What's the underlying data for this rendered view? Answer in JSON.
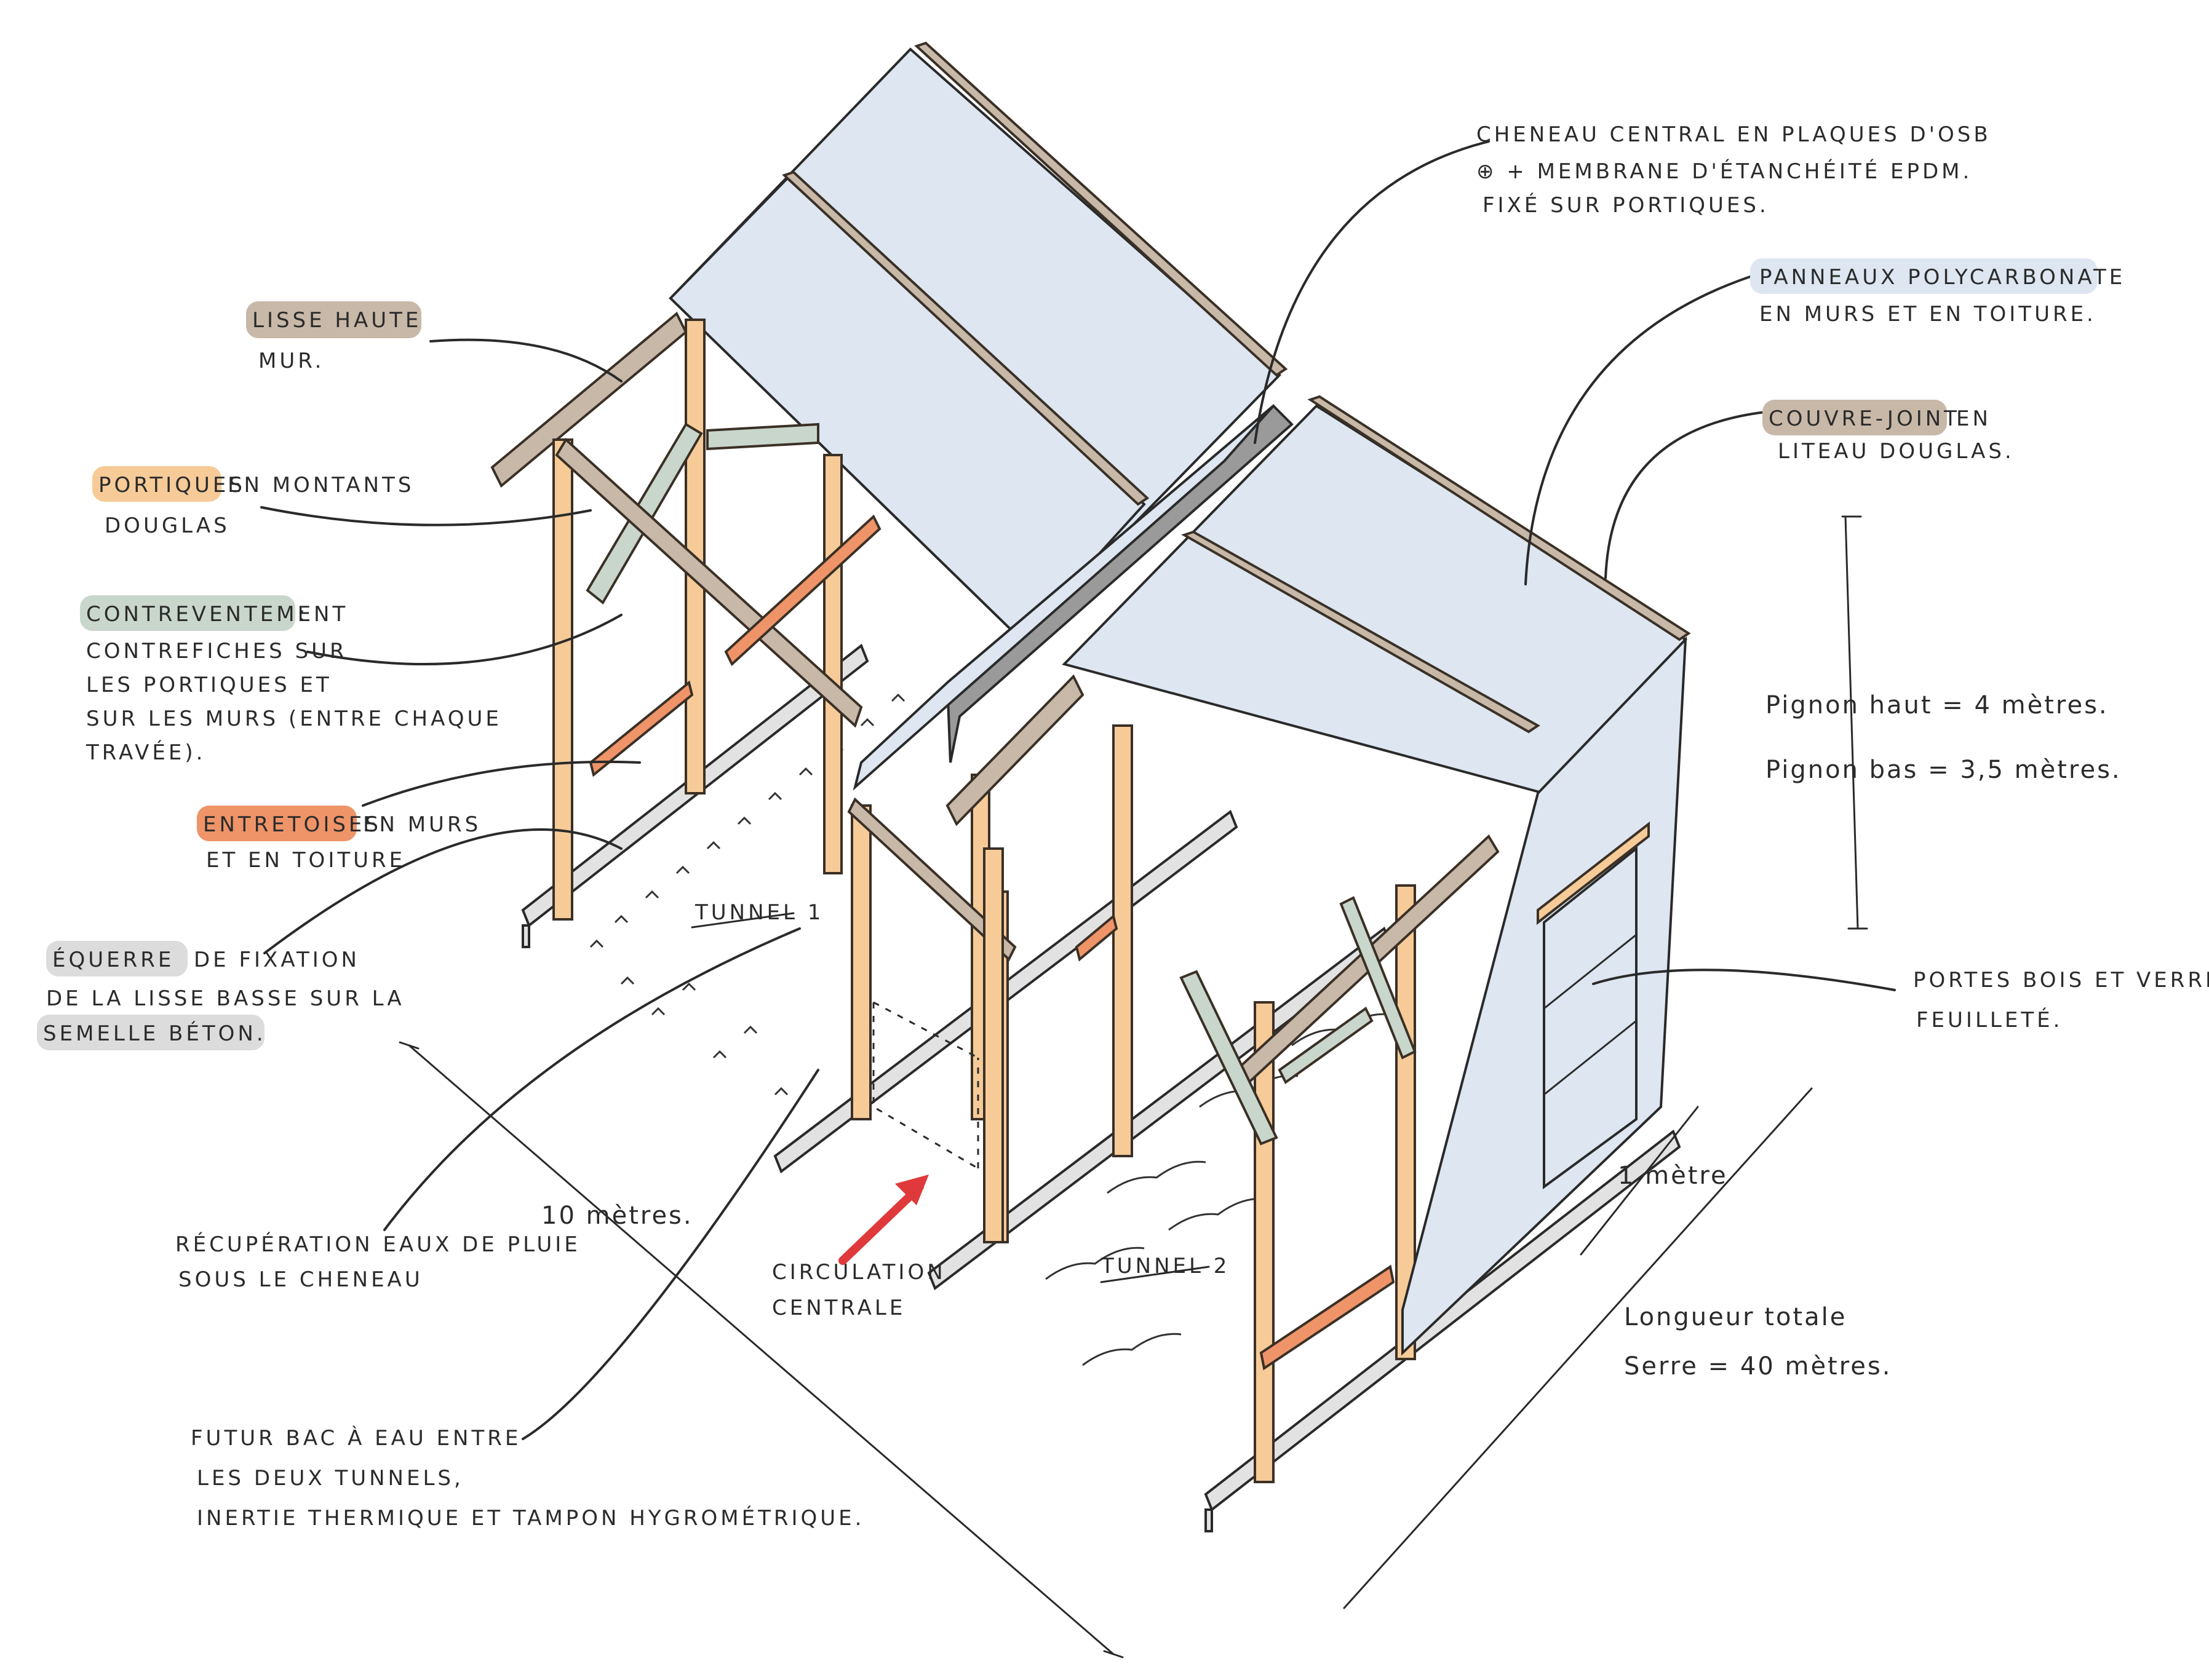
{
  "colors": {
    "highlight_brown": "#c8b8a8",
    "highlight_orange": "#f6cb98",
    "highlight_green": "#c9d6cc",
    "highlight_red": "#ee9468",
    "highlight_grey": "#dcdcdc",
    "highlight_blue": "#dde6f1",
    "arrow_red": "#e0393b"
  },
  "labels": {
    "lisse_haute": {
      "term": "LISSE HAUTE",
      "line2": "MUR."
    },
    "portiques": {
      "term": "PORTIQUES",
      "rest": "EN MONTANTS",
      "line2": "DOUGLAS"
    },
    "contreventement": {
      "term": "CONTREVENTEMENT",
      "rest": ":",
      "line2": "CONTREFICHES SUR",
      "line3": "LES PORTIQUES ET",
      "line4": "SUR LES MURS (ENTRE CHAQUE",
      "line5": "TRAVÉE)."
    },
    "entretoises": {
      "term": "ENTRETOISES",
      "rest": "EN MURS",
      "line2": "ET EN TOITURE"
    },
    "equerre": {
      "term": "ÉQUERRE",
      "rest": "DE FIXATION",
      "line2": "DE LA LISSE BASSE SUR LA",
      "term2": "SEMELLE BÉTON."
    },
    "recuperation": {
      "line1": "RÉCUPÉRATION EAUX DE PLUIE",
      "line2": "SOUS LE CHENEAU"
    },
    "bac": {
      "line1": "FUTUR BAC À EAU ENTRE",
      "line2": "LES DEUX TUNNELS,",
      "line3": "INERTIE THERMIQUE ET TAMPON HYGROMÉTRIQUE."
    },
    "circulation": {
      "line1": "CIRCULATION",
      "line2": "CENTRALE"
    },
    "tunnel1": "TUNNEL 1",
    "tunnel2": "TUNNEL 2",
    "cheneau": {
      "line1": "CHENEAU CENTRAL EN PLAQUES D'OSB",
      "line2": "⊕ + MEMBRANE D'ÉTANCHÉITÉ EPDM.",
      "line3": "FIXÉ SUR PORTIQUES."
    },
    "panneaux": {
      "term": "PANNEAUX POLYCARBONATE",
      "line2": "EN MURS ET EN TOITURE."
    },
    "couvre_joint": {
      "term": "COUVRE-JOINT",
      "rest": "EN",
      "line2": "LITEAU DOUGLAS."
    },
    "pignon_haut": "Pignon haut = 4 mètres.",
    "pignon_bas": "Pignon bas = 3,5 mètres.",
    "portes": {
      "line1": "PORTES BOIS ET VERRE",
      "line2": "FEUILLETÉ."
    },
    "dim_10m": "10 mètres.",
    "dim_1m": "1 mètre",
    "longueur": {
      "line1": "Longueur totale",
      "line2": "Serre = 40 mètres."
    }
  }
}
